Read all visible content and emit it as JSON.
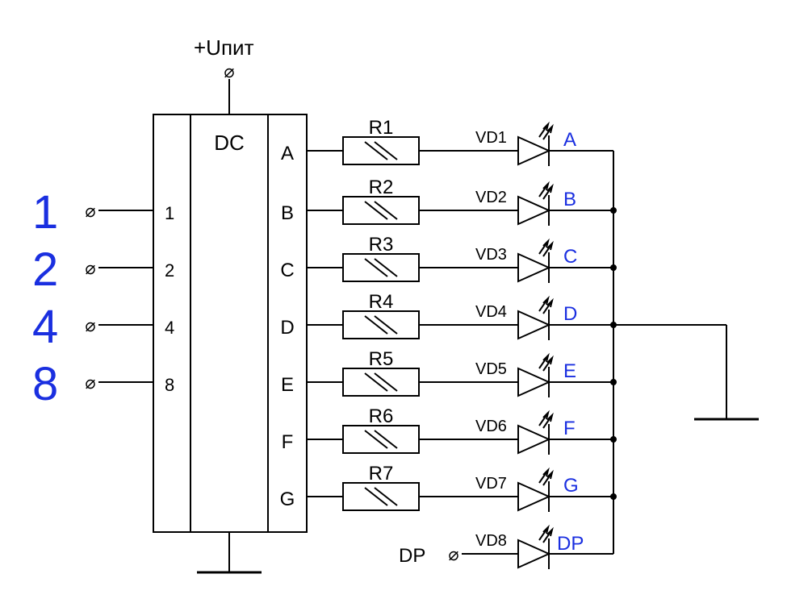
{
  "colors": {
    "wire": "#000000",
    "accent": "#1a2fe0"
  },
  "supply": {
    "label": "+Uпит"
  },
  "decoder": {
    "title": "DC"
  },
  "inputs": [
    {
      "big": "1",
      "pin": "1"
    },
    {
      "big": "2",
      "pin": "2"
    },
    {
      "big": "4",
      "pin": "4"
    },
    {
      "big": "8",
      "pin": "8"
    }
  ],
  "segments": [
    {
      "out": "A",
      "resistor": "R1",
      "diode": "VD1",
      "seg": "A"
    },
    {
      "out": "B",
      "resistor": "R2",
      "diode": "VD2",
      "seg": "B"
    },
    {
      "out": "C",
      "resistor": "R3",
      "diode": "VD3",
      "seg": "C"
    },
    {
      "out": "D",
      "resistor": "R4",
      "diode": "VD4",
      "seg": "D"
    },
    {
      "out": "E",
      "resistor": "R5",
      "diode": "VD5",
      "seg": "E"
    },
    {
      "out": "F",
      "resistor": "R6",
      "diode": "VD6",
      "seg": "F"
    },
    {
      "out": "G",
      "resistor": "R7",
      "diode": "VD7",
      "seg": "G"
    }
  ],
  "dp": {
    "input": "DP",
    "diode": "VD8",
    "seg": "DP"
  },
  "terminal_symbol": "⌀"
}
